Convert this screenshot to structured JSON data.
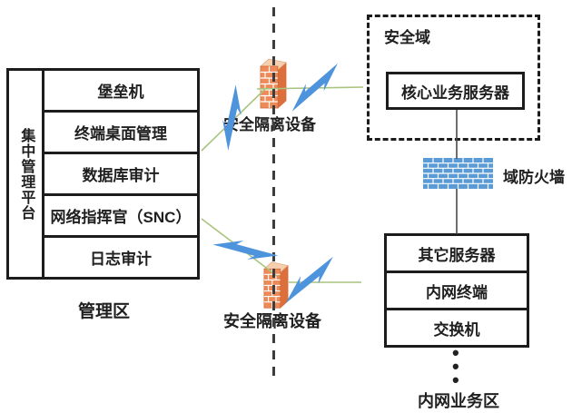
{
  "left_panel": {
    "side_label": "集中管理平台",
    "rows": [
      "堡垒机",
      "终端桌面管理",
      "数据库审计",
      "网络指挥官（SNC）",
      "日志审计"
    ],
    "zone_label": "管理区"
  },
  "isolation_devices": {
    "top_label": "安全隔离设备",
    "bottom_label": "安全隔离设备"
  },
  "security_domain": {
    "box_label": "安全域",
    "core_server": "核心业务服务器",
    "firewall_label": "域防火墙"
  },
  "intranet_zone": {
    "rows": [
      "其它服务器",
      "内网终端",
      "交换机"
    ],
    "dots": [
      "•",
      "•",
      "•"
    ],
    "zone_label": "内网业务区"
  },
  "icons": {
    "isolation_firewall": "firewall-brick-3d-icon",
    "domain_firewall": "brick-wall-icon",
    "link_lightning": "lightning-bolt-icon",
    "boundary": "dashed-vertical-line",
    "continuation": "vertical-ellipsis-dots"
  },
  "colors": {
    "firewall_front": "#ee8a58",
    "firewall_side": "#dd6f3c",
    "firewall_top": "#f6cfae",
    "domain_firewall_blue": "#5b9bd5",
    "lightning_blue": "#4e94dc",
    "connector_green": "#a9c47f",
    "border_dark": "#1c1c1c"
  }
}
